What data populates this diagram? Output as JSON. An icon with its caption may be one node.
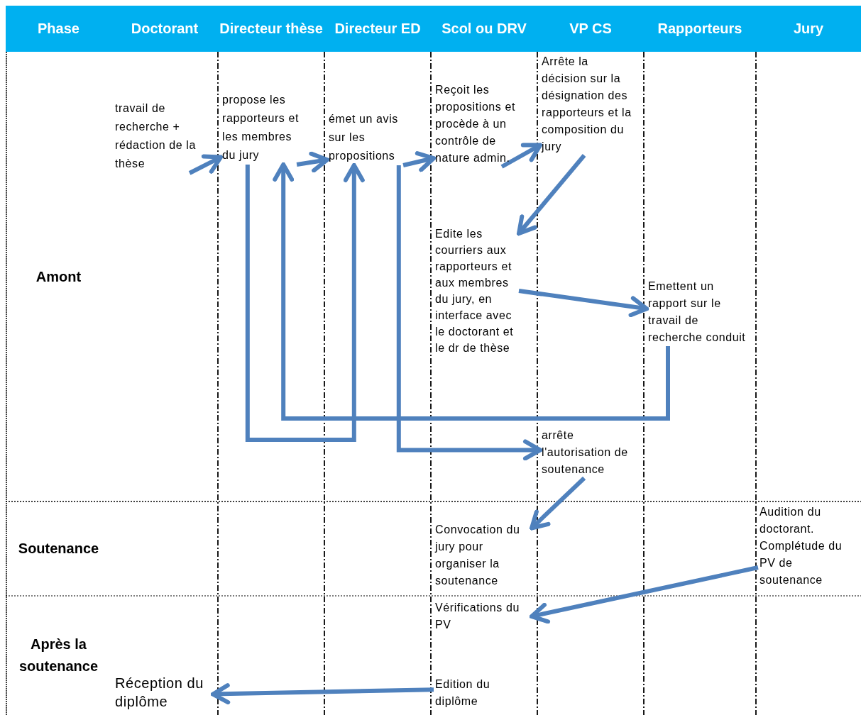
{
  "diagram": {
    "nodes": [
      {
        "text": [
          "travail de recherche + rédaction de la thèse"
        ]
      },
      {
        "text": [
          "propose les rapporteurs et les membres du jury"
        ]
      },
      {
        "text": [
          "émet un avis sur les propositions"
        ]
      },
      {
        "text": [
          "Reçoit les propositions et procède à un contrôle de nature admin."
        ]
      },
      {
        "text": [
          "Arrête la décision sur la désignation des rapporteurs et la composition du jury"
        ]
      },
      {
        "text": [
          "Edite les courriers aux rapporteurs et aux membres du jury, en interface avec le doctorant et le dr de thèse"
        ]
      },
      {
        "text": [
          "Emettent un rapport sur le travail de recherche conduit"
        ]
      },
      {
        "text": [
          "arrête l'autorisation de soutenance"
        ]
      },
      {
        "text": [
          "Convocation du jury pour organiser la soutenance"
        ]
      },
      {
        "text": [
          "Audition du doctorant. Complétude du PV de soutenance"
        ]
      },
      {
        "text": [
          "Vérifications du PV"
        ]
      },
      {
        "text": [
          "Edition du diplôme"
        ]
      },
      {
        "text": [
          "Réception du diplôme"
        ]
      }
    ],
    "edges": [
      {
        "from": 0,
        "to": 1,
        "arrow": "to"
      },
      {
        "from": 1,
        "to": 2,
        "arrow": "to"
      },
      {
        "from": 2,
        "to": 3,
        "arrow": "to"
      },
      {
        "from": 3,
        "to": 4,
        "arrow": "to"
      },
      {
        "from": 4,
        "to": 5,
        "arrow": "to"
      },
      {
        "from": 5,
        "to": 6,
        "arrow": "to"
      },
      {
        "from": 6,
        "to": 1,
        "arrow": "to"
      },
      {
        "from": 1,
        "to": 2,
        "arrow": "to"
      },
      {
        "from": 2,
        "to": 7,
        "arrow": "to"
      },
      {
        "from": 7,
        "to": 8,
        "arrow": "to"
      },
      {
        "from": 9,
        "to": 10,
        "arrow": "to"
      },
      {
        "from": 11,
        "to": 12,
        "arrow": "to"
      }
    ],
    "labels": [
      "Phase",
      "Doctorant",
      "Directeur thèse",
      "Directeur ED",
      "Scol ou DRV",
      "VP CS",
      "Rapporteurs",
      "Jury",
      "Amont",
      "Soutenance",
      "Après la soutenance"
    ]
  }
}
